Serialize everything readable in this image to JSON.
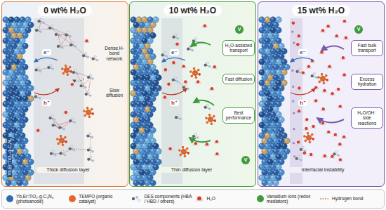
{
  "diagram": {
    "nodes": [
      {
        "text": [
          "0 wt% H₂O"
        ]
      },
      {
        "text": [
          "10 wt% H₂O"
        ]
      },
      {
        "text": [
          "15 wt% H₂O"
        ]
      },
      {
        "text": [
          "H₂O-assisted transport"
        ],
        "in": 1
      },
      {
        "text": [
          "Fast diffusion"
        ],
        "in": 1
      },
      {
        "text": [
          "Best performance"
        ],
        "in": 1
      },
      {
        "text": [
          "Fast bulk transport"
        ],
        "in": 2
      },
      {
        "text": [
          "Excess hydration"
        ],
        "in": 2
      },
      {
        "text": [
          "H₂O/OH⁻ side reactions"
        ],
        "in": 2
      }
    ],
    "labels": [
      "Yb,Er:TiO₂-g-C₃N₄",
      "e⁻",
      "h⁺",
      "Dense H-bond network",
      "Slow diffusion",
      "Thick diffusion layer",
      "e⁻",
      "h⁺",
      "V",
      "V",
      "Thin diffusion layer",
      "e⁻",
      "h⁺",
      "V",
      "Interfacial instability"
    ],
    "legend": [
      {
        "text": "Yb,Er:TiO₂-g-C₃N₄ (photoanode)",
        "color": "#2f6db3"
      },
      {
        "text": "TEMPO (organic catalyst)",
        "color": "#e2692b"
      },
      {
        "text": "DES components (HBA / HBD / others)"
      },
      {
        "text": "H₂O"
      },
      {
        "text": "Vanadium ions (redox mediators)",
        "color": "#3f9a3a"
      },
      {
        "text": "Hydrogen bond"
      }
    ]
  }
}
